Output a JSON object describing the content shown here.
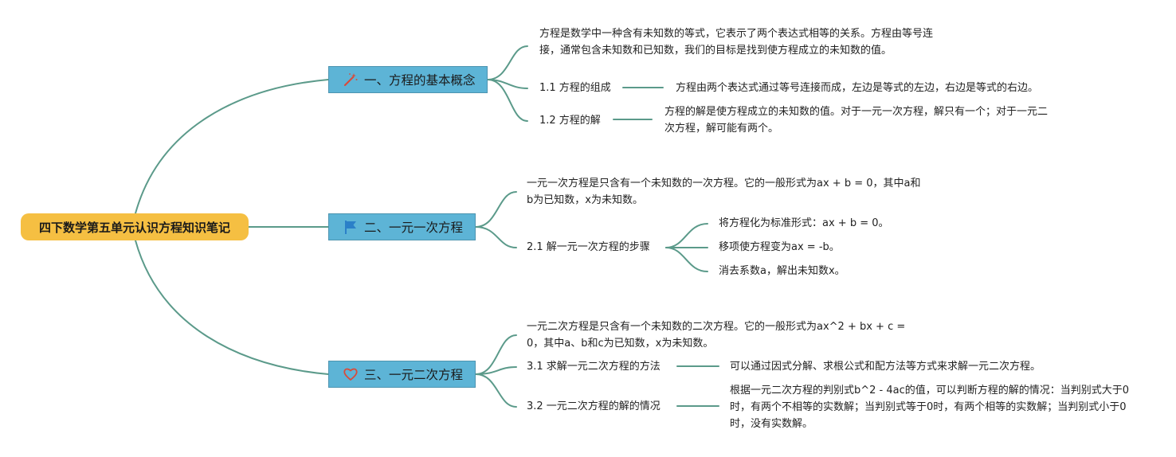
{
  "colors": {
    "root_fill": "#f5bf42",
    "branch_fill": "#5db4d6",
    "branch_border": "#4d94b0",
    "link": "#5b9a8a",
    "icon_wand": "#d94b3a",
    "icon_flag": "#2b80c8",
    "icon_heart": "#d94b3a"
  },
  "root": {
    "label": "四下数学第五单元认识方程知识笔记"
  },
  "branches": [
    {
      "label": "一、方程的基本概念",
      "icon": "magic-wand-icon",
      "desc": "方程是数学中一种含有未知数的等式，它表示了两个表达式相等的关系。方程由等号连接，通常包含未知数和已知数，我们的目标是找到使方程成立的未知数的值。",
      "subs": [
        {
          "label": "1.1 方程的组成",
          "detail": "方程由两个表达式通过等号连接而成，左边是等式的左边，右边是等式的右边。"
        },
        {
          "label": "1.2 方程的解",
          "detail": "方程的解是使方程成立的未知数的值。对于一元一次方程，解只有一个；对于一元二次方程，解可能有两个。"
        }
      ]
    },
    {
      "label": "二、一元一次方程",
      "icon": "flag-icon",
      "desc": "一元一次方程是只含有一个未知数的一次方程。它的一般形式为ax + b = 0，其中a和b为已知数，x为未知数。",
      "subs": [
        {
          "label": "2.1 解一元一次方程的步骤",
          "steps": [
            "将方程化为标准形式：ax + b = 0。",
            "移项使方程变为ax = -b。",
            "消去系数a，解出未知数x。"
          ]
        }
      ]
    },
    {
      "label": "三、一元二次方程",
      "icon": "heart-icon",
      "desc": "一元二次方程是只含有一个未知数的二次方程。它的一般形式为ax^2 + bx + c = 0，其中a、b和c为已知数，x为未知数。",
      "subs": [
        {
          "label": "3.1 求解一元二次方程的方法",
          "detail": "可以通过因式分解、求根公式和配方法等方式来求解一元二次方程。"
        },
        {
          "label": "3.2 一元二次方程的解的情况",
          "detail": "根据一元二次方程的判别式b^2 - 4ac的值，可以判断方程的解的情况：当判别式大于0时，有两个不相等的实数解；当判别式等于0时，有两个相等的实数解；当判别式小于0时，没有实数解。"
        }
      ]
    }
  ]
}
